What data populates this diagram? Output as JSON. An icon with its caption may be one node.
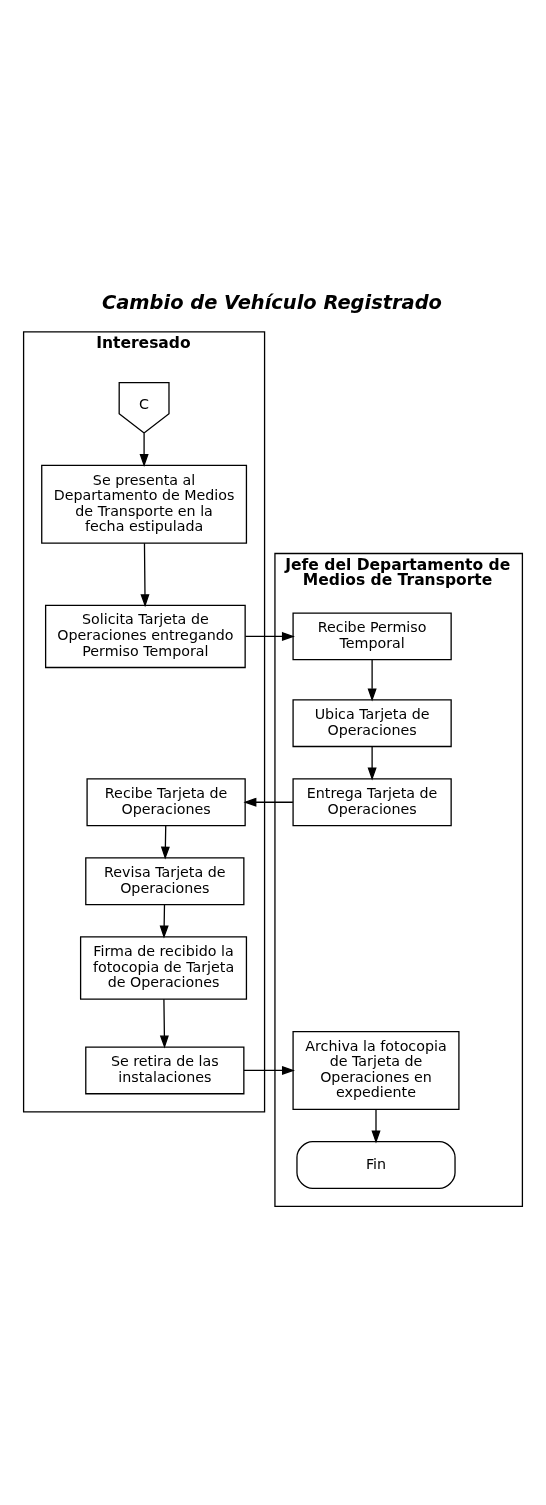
{
  "diagram": {
    "title": "Cambio de Vehículo Registrado",
    "nodes": [
      {
        "text": [
          "Interesado"
        ]
      },
      {
        "text": [
          "Jefe del Departamento de Medios de Transporte"
        ]
      },
      {
        "text": [
          "C"
        ],
        "in": 0
      },
      {
        "text": [
          "Se presenta al Departamento de Medios de Transporte en la fecha estipulada"
        ],
        "in": 0
      },
      {
        "text": [
          "Solicita Tarjeta de Operaciones entregando Permiso Temporal"
        ],
        "in": 0
      },
      {
        "text": [
          "Recibe Permiso Temporal"
        ],
        "in": 1
      },
      {
        "text": [
          "Ubica Tarjeta de Operaciones"
        ],
        "in": 1
      },
      {
        "text": [
          "Entrega Tarjeta de Operaciones"
        ],
        "in": 1
      },
      {
        "text": [
          "Recibe Tarjeta de Operaciones"
        ],
        "in": 0
      },
      {
        "text": [
          "Revisa Tarjeta de Operaciones"
        ],
        "in": 0
      },
      {
        "text": [
          "Firma de recibido la fotocopia de Tarjeta de Operaciones"
        ],
        "in": 0
      },
      {
        "text": [
          "Se retira de las instalaciones"
        ],
        "in": 0
      },
      {
        "text": [
          "Archiva la fotocopia de Tarjeta de Operaciones en expediente"
        ],
        "in": 1
      },
      {
        "text": [
          "Fin"
        ],
        "in": 1
      }
    ],
    "edges": [
      {
        "from": 2,
        "to": 3,
        "arrow": "to"
      },
      {
        "from": 3,
        "to": 4,
        "arrow": "to"
      },
      {
        "from": 4,
        "to": 5,
        "arrow": "to"
      },
      {
        "from": 5,
        "to": 6,
        "arrow": "to"
      },
      {
        "from": 6,
        "to": 7,
        "arrow": "to"
      },
      {
        "from": 7,
        "to": 8,
        "arrow": "to"
      },
      {
        "from": 8,
        "to": 9,
        "arrow": "to"
      },
      {
        "from": 9,
        "to": 10,
        "arrow": "to"
      },
      {
        "from": 10,
        "to": 11,
        "arrow": "to"
      },
      {
        "from": 11,
        "to": 12,
        "arrow": "to"
      },
      {
        "from": 12,
        "to": 13,
        "arrow": "to"
      }
    ]
  }
}
